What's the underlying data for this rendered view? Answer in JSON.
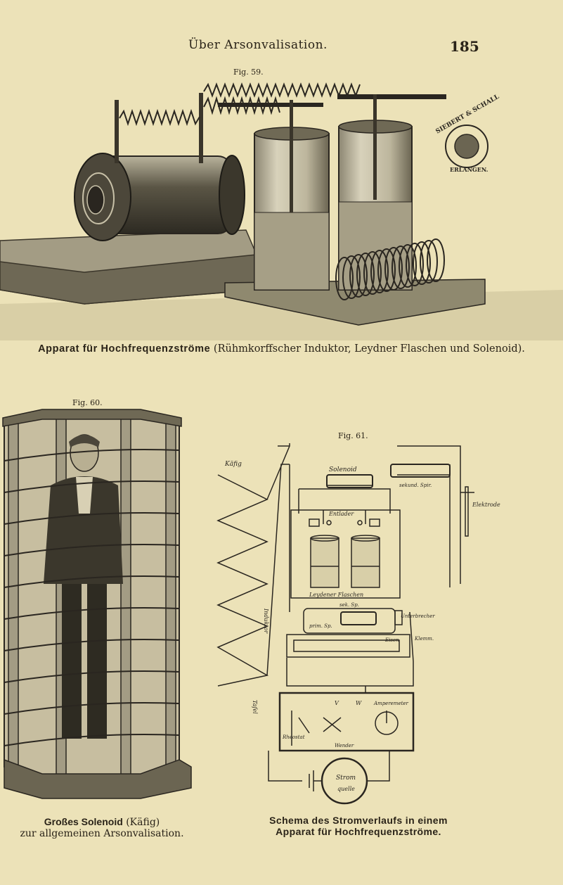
{
  "header": {
    "title": "Über Arsonvalisation.",
    "page_number": "185"
  },
  "fig59": {
    "label": "Fig. 59.",
    "caption_bold": "Apparat für Hochfrequenzströme",
    "caption_rest": "(Rühmkorffscher Induktor, Leydner Flaschen und Solenoid).",
    "stamp": {
      "top": "SIEBERT & SCHALL",
      "bottom": "ERLANGEN."
    }
  },
  "fig60": {
    "label": "Fig. 60.",
    "caption_bold": "Großes Solenoid",
    "caption_paren": "(Käfig)",
    "caption_line2": "zur allgemeinen Arsonvalisation."
  },
  "fig61": {
    "label": "Fig. 61.",
    "caption_line1": "Schema des Stromverlaufs in einem",
    "caption_line2": "Apparat für Hochfrequenzströme.",
    "labels": {
      "kafig": "Käfig",
      "solenoid": "Solenoid",
      "sekundar": "sekund. Spir.",
      "elektrode": "Elektrode",
      "entlader": "Entlader",
      "leydener": "Leydener Flaschen",
      "sek_sp": "sek. Sp.",
      "unterbrecher": "Unterbrecher",
      "prim_sp": "prim. Sp.",
      "kleinm": "Klemm.",
      "eisen": "Eisen",
      "induktor": "Induktor",
      "tafel": "Tafel",
      "rheostat": "Rheostat",
      "v_label": "V",
      "w_label": "W",
      "amperemeter": "Amperemeter",
      "wender": "Wender",
      "strom": "Strom",
      "quelle": "quelle"
    }
  }
}
